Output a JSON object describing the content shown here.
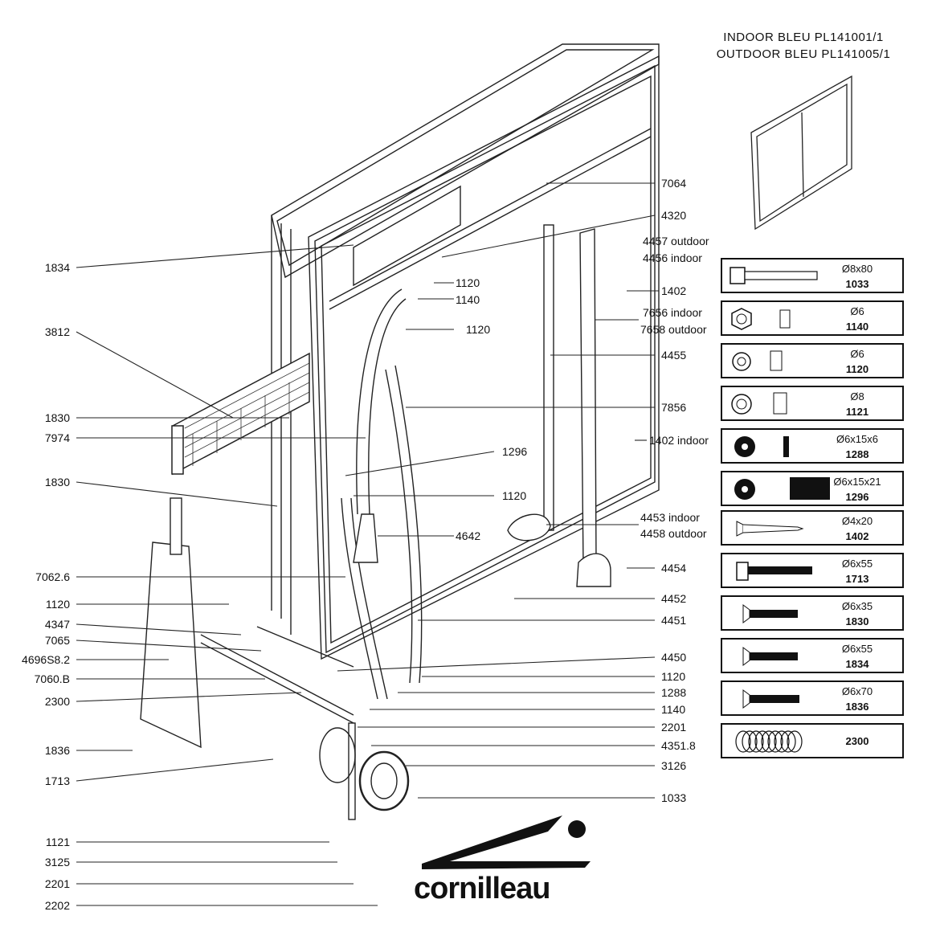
{
  "header": {
    "line1": "INDOOR  BLEU  PL141001/1",
    "line2": "OUTDOOR  BLEU  PL141005/1"
  },
  "brand": {
    "name": "cornilleau"
  },
  "callouts_left": [
    "1834",
    "3812",
    "1830",
    "7974",
    "1830",
    "7062.6",
    "1120",
    "4347",
    "7065",
    "4696S8.2",
    "7060.B",
    "2300",
    "1836",
    "1713",
    "1121",
    "3125",
    "2201",
    "2202"
  ],
  "callouts_right": [
    "7064",
    "4320",
    "4457 outdoor",
    "4456 indoor",
    "1402",
    "7656 indoor",
    "7658 outdoor",
    "4455",
    "7856",
    "1402 indoor",
    "4453 indoor",
    "4458 outdoor",
    "4454",
    "4452",
    "4451",
    "4450",
    "1120",
    "1288",
    "1140",
    "2201",
    "4351.8",
    "3126",
    "1033"
  ],
  "callouts_center": [
    "1120",
    "1140",
    "1120",
    "1296",
    "1120",
    "4642"
  ],
  "hardware": [
    {
      "size": "Ø8x80",
      "code": "1033",
      "icon": "bolt-icon"
    },
    {
      "size": "Ø6",
      "code": "1140",
      "icon": "nut-icon"
    },
    {
      "size": "Ø6",
      "code": "1120",
      "icon": "locknut-icon"
    },
    {
      "size": "Ø8",
      "code": "1121",
      "icon": "locknut-icon"
    },
    {
      "size": "Ø6x15x6",
      "code": "1288",
      "icon": "washer-icon"
    },
    {
      "size": "Ø6x15x21",
      "code": "1296",
      "icon": "spacer-icon"
    },
    {
      "size": "Ø4x20",
      "code": "1402",
      "icon": "screw-icon"
    },
    {
      "size": "Ø6x55",
      "code": "1713",
      "icon": "bolt-icon"
    },
    {
      "size": "Ø6x35",
      "code": "1830",
      "icon": "countersunk-screw-icon"
    },
    {
      "size": "Ø6x55",
      "code": "1834",
      "icon": "countersunk-screw-icon"
    },
    {
      "size": "Ø6x70",
      "code": "1836",
      "icon": "countersunk-screw-icon"
    },
    {
      "size": "",
      "code": "2300",
      "icon": "spring-rings-icon"
    }
  ]
}
